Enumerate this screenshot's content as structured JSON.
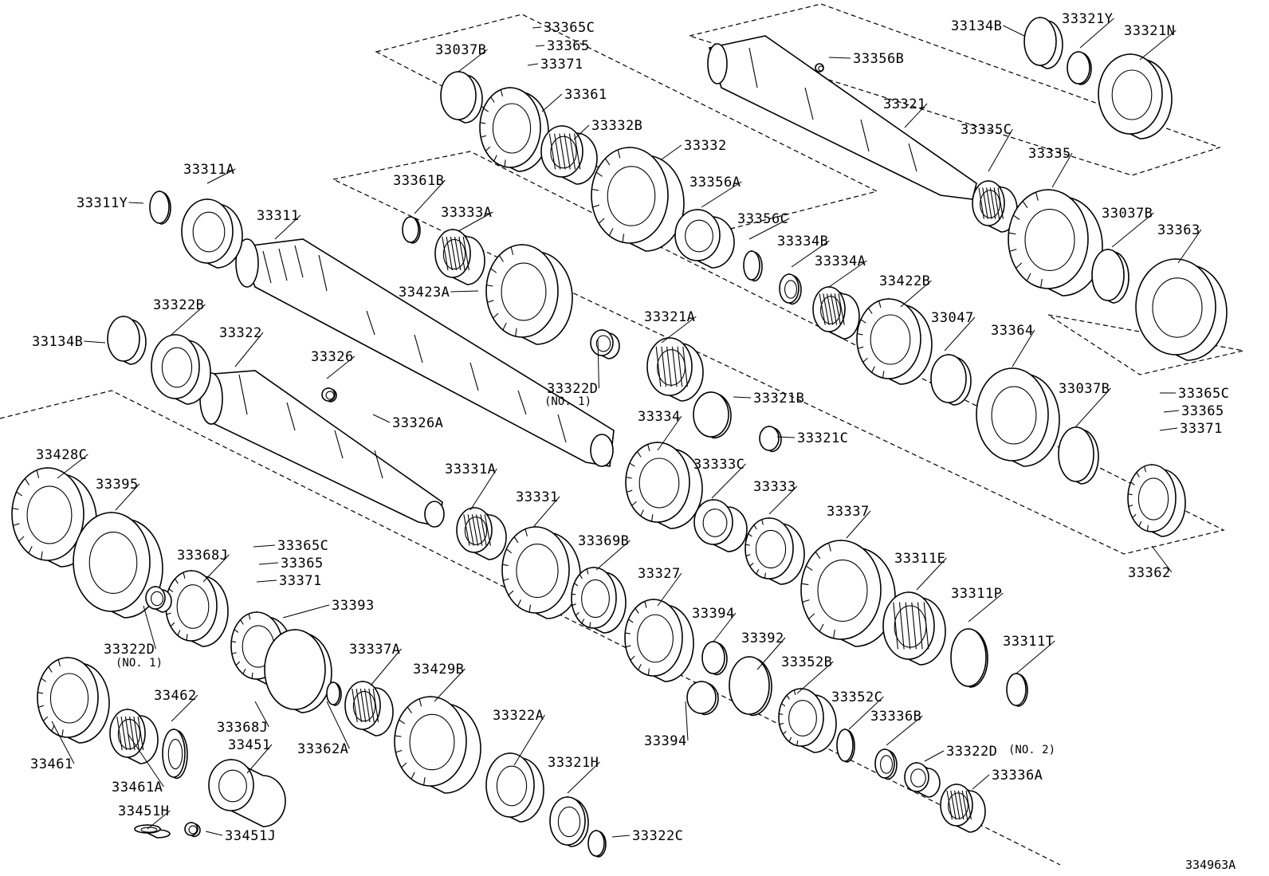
{
  "figure_id": "334963A",
  "labels": [
    {
      "id": "33365C_a",
      "text": "33365C"
    },
    {
      "id": "33365_a",
      "text": "33365"
    },
    {
      "id": "33371_a",
      "text": "33371"
    },
    {
      "id": "33037B_a",
      "text": "33037B"
    },
    {
      "id": "33361",
      "text": "33361"
    },
    {
      "id": "33332B",
      "text": "33332B"
    },
    {
      "id": "33332",
      "text": "33332"
    },
    {
      "id": "33356A",
      "text": "33356A"
    },
    {
      "id": "33356C",
      "text": "33356C"
    },
    {
      "id": "33356B",
      "text": "33356B"
    },
    {
      "id": "33321",
      "text": "33321"
    },
    {
      "id": "33134B_a",
      "text": "33134B"
    },
    {
      "id": "33321Y",
      "text": "33321Y"
    },
    {
      "id": "33321N",
      "text": "33321N"
    },
    {
      "id": "33335C",
      "text": "33335C"
    },
    {
      "id": "33335",
      "text": "33335"
    },
    {
      "id": "33037B_b",
      "text": "33037B"
    },
    {
      "id": "33363",
      "text": "33363"
    },
    {
      "id": "33311A",
      "text": "33311A"
    },
    {
      "id": "33311Y",
      "text": "33311Y"
    },
    {
      "id": "33311",
      "text": "33311"
    },
    {
      "id": "33361B",
      "text": "33361B"
    },
    {
      "id": "33333A",
      "text": "33333A"
    },
    {
      "id": "33423A",
      "text": "33423A"
    },
    {
      "id": "33334B",
      "text": "33334B"
    },
    {
      "id": "33334A",
      "text": "33334A"
    },
    {
      "id": "33422B",
      "text": "33422B"
    },
    {
      "id": "33047",
      "text": "33047"
    },
    {
      "id": "33364",
      "text": "33364"
    },
    {
      "id": "33322B",
      "text": "33322B"
    },
    {
      "id": "33134B_b",
      "text": "33134B"
    },
    {
      "id": "33322",
      "text": "33322"
    },
    {
      "id": "33326",
      "text": "33326"
    },
    {
      "id": "33326A",
      "text": "33326A"
    },
    {
      "id": "33322D_a",
      "text": "33322D"
    },
    {
      "id": "33321A",
      "text": "33321A"
    },
    {
      "id": "33321B",
      "text": "33321B"
    },
    {
      "id": "33321C",
      "text": "33321C"
    },
    {
      "id": "33037B_c",
      "text": "33037B"
    },
    {
      "id": "33365C_b",
      "text": "33365C"
    },
    {
      "id": "33365_b",
      "text": "33365"
    },
    {
      "id": "33371_b",
      "text": "33371"
    },
    {
      "id": "33334",
      "text": "33334"
    },
    {
      "id": "33333C",
      "text": "33333C"
    },
    {
      "id": "33333",
      "text": "33333"
    },
    {
      "id": "33362",
      "text": "33362"
    },
    {
      "id": "33428C",
      "text": "33428C"
    },
    {
      "id": "33395",
      "text": "33395"
    },
    {
      "id": "33331A",
      "text": "33331A"
    },
    {
      "id": "33331",
      "text": "33331"
    },
    {
      "id": "33337",
      "text": "33337"
    },
    {
      "id": "33368J_a",
      "text": "33368J"
    },
    {
      "id": "33365C_c",
      "text": "33365C"
    },
    {
      "id": "33365_c",
      "text": "33365"
    },
    {
      "id": "33371_c",
      "text": "33371"
    },
    {
      "id": "33393",
      "text": "33393"
    },
    {
      "id": "33369B",
      "text": "33369B"
    },
    {
      "id": "33327",
      "text": "33327"
    },
    {
      "id": "33394_a",
      "text": "33394"
    },
    {
      "id": "33311E",
      "text": "33311E"
    },
    {
      "id": "33311P",
      "text": "33311P"
    },
    {
      "id": "33311T",
      "text": "33311T"
    },
    {
      "id": "33322D_b",
      "text": "33322D"
    },
    {
      "id": "33392",
      "text": "33392"
    },
    {
      "id": "33352B",
      "text": "33352B"
    },
    {
      "id": "33337A",
      "text": "33337A"
    },
    {
      "id": "33429B",
      "text": "33429B"
    },
    {
      "id": "33462",
      "text": "33462"
    },
    {
      "id": "33368J_b",
      "text": "33368J"
    },
    {
      "id": "33451",
      "text": "33451"
    },
    {
      "id": "33362A",
      "text": "33362A"
    },
    {
      "id": "33322A",
      "text": "33322A"
    },
    {
      "id": "33352C",
      "text": "33352C"
    },
    {
      "id": "33336B",
      "text": "33336B"
    },
    {
      "id": "33394_b",
      "text": "33394"
    },
    {
      "id": "33322D_c",
      "text": "33322D"
    },
    {
      "id": "33461",
      "text": "33461"
    },
    {
      "id": "33461A",
      "text": "33461A"
    },
    {
      "id": "33321H",
      "text": "33321H"
    },
    {
      "id": "33336A",
      "text": "33336A"
    },
    {
      "id": "33451H",
      "text": "33451H"
    },
    {
      "id": "33451J",
      "text": "33451J"
    },
    {
      "id": "33322C",
      "text": "33322C"
    }
  ],
  "sublabels": {
    "no1_a": "(NO. 1)",
    "no1_b": "(NO. 1)",
    "no2": "(NO. 2)"
  }
}
